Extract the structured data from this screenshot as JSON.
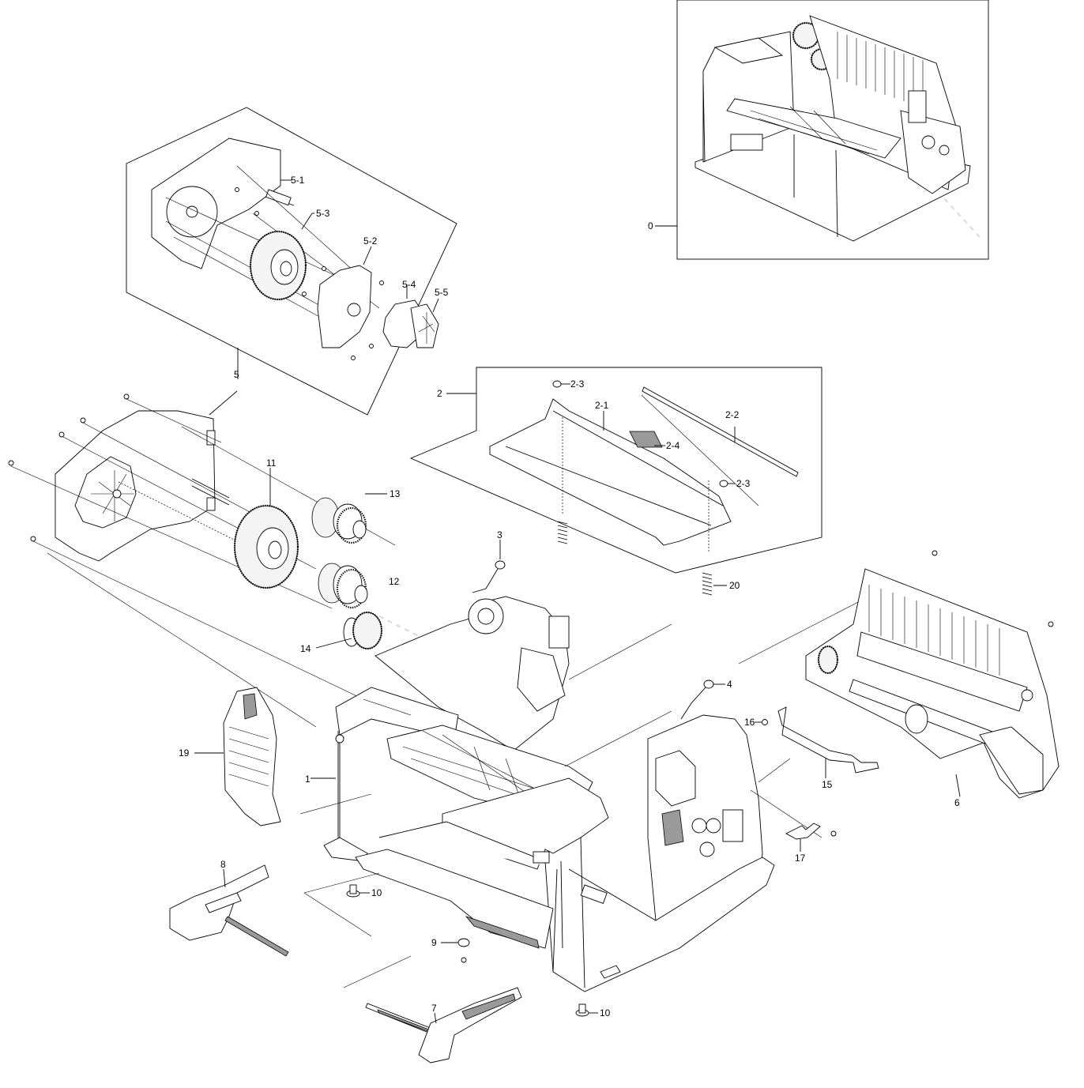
{
  "labels": {
    "p0": "0",
    "p1": "1",
    "p2": "2",
    "p2_1": "2-1",
    "p2_2": "2-2",
    "p2_3a": "2-3",
    "p2_3b": "2-3",
    "p2_4": "2-4",
    "p3": "3",
    "p4": "4",
    "p5": "5",
    "p5_1": "5-1",
    "p5_2": "5-2",
    "p5_3": "5-3",
    "p5_4": "5-4",
    "p5_5": "5-5",
    "p6": "6",
    "p7": "7",
    "p8": "8",
    "p9": "9",
    "p10a": "10",
    "p10b": "10",
    "p11": "11",
    "p12": "12",
    "p13": "13",
    "p14": "14",
    "p15": "15",
    "p16": "16",
    "p17": "17",
    "p19": "19",
    "p20": "20"
  },
  "colors": {
    "line": "#000000",
    "background": "#ffffff",
    "shade": "#9a9a9a"
  }
}
